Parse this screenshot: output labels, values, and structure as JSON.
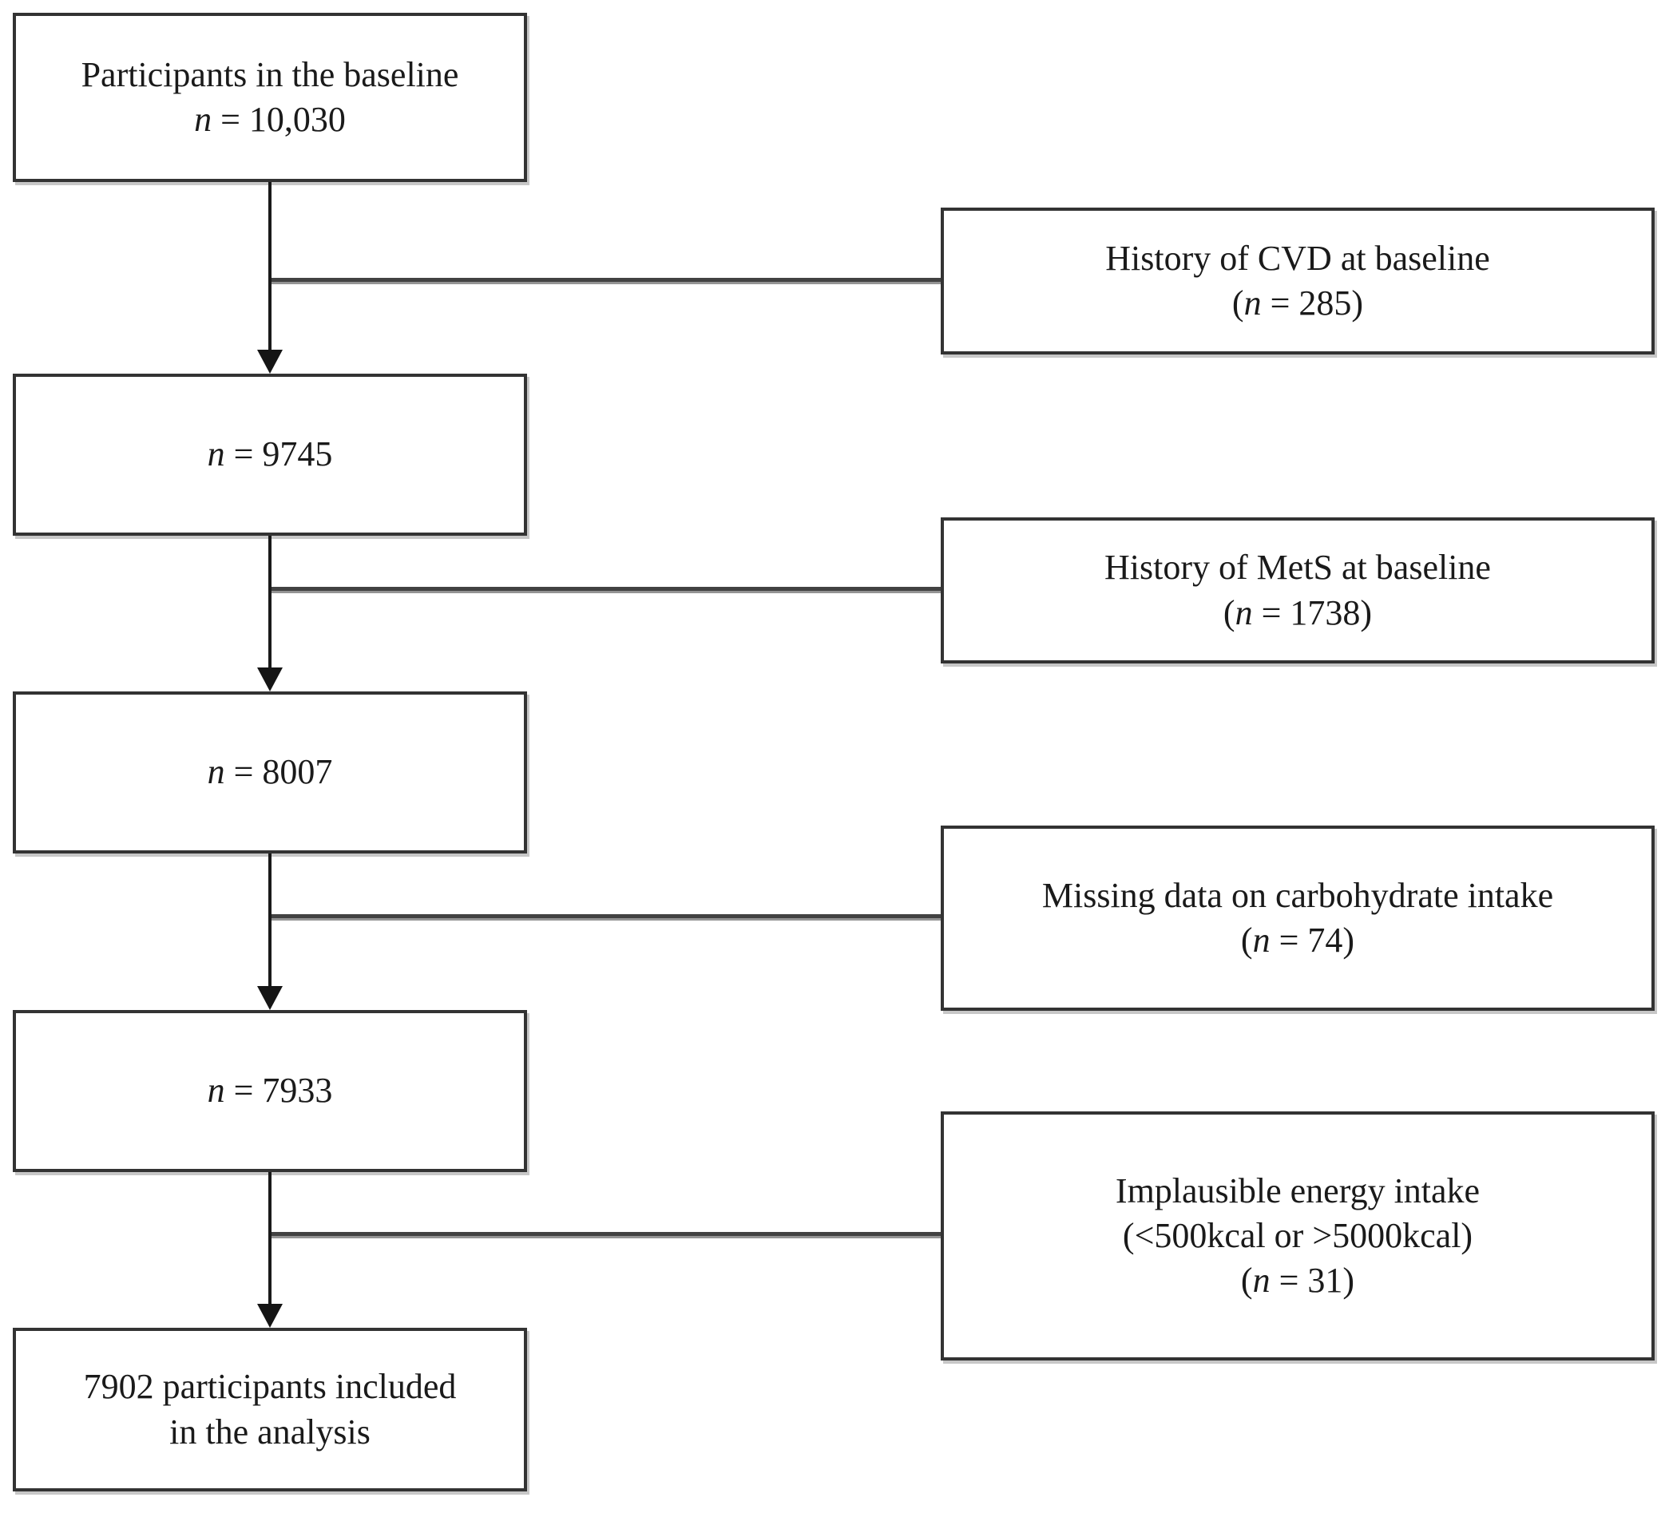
{
  "diagram": {
    "kind": "participant-selection-flowchart",
    "labels": {
      "n_symbol": "n",
      "equals": "=",
      "open_paren": "(",
      "close_paren": ")"
    },
    "left_boxes": [
      {
        "label": "Participants in the baseline",
        "count": "10,030"
      },
      {
        "count": "9745"
      },
      {
        "count": "8007"
      },
      {
        "count": "7933"
      },
      {
        "label_line1": "7902 participants included",
        "label_line2": "in the analysis"
      }
    ],
    "right_boxes": [
      {
        "label": "History of CVD at baseline",
        "count": "285"
      },
      {
        "label": "History of MetS at baseline",
        "count": "1738"
      },
      {
        "label": "Missing data on carbohydrate intake",
        "count": "74"
      },
      {
        "label": "Implausible energy intake",
        "label_line2": "(<500kcal or >5000kcal)",
        "count": "31"
      }
    ]
  },
  "colors": {
    "background": "#ffffff",
    "text": "#1a1a1a",
    "box_border": "#333333",
    "arrow": "#1a1a1a",
    "connector_dark": "#424242",
    "connector_light": "#949494"
  }
}
